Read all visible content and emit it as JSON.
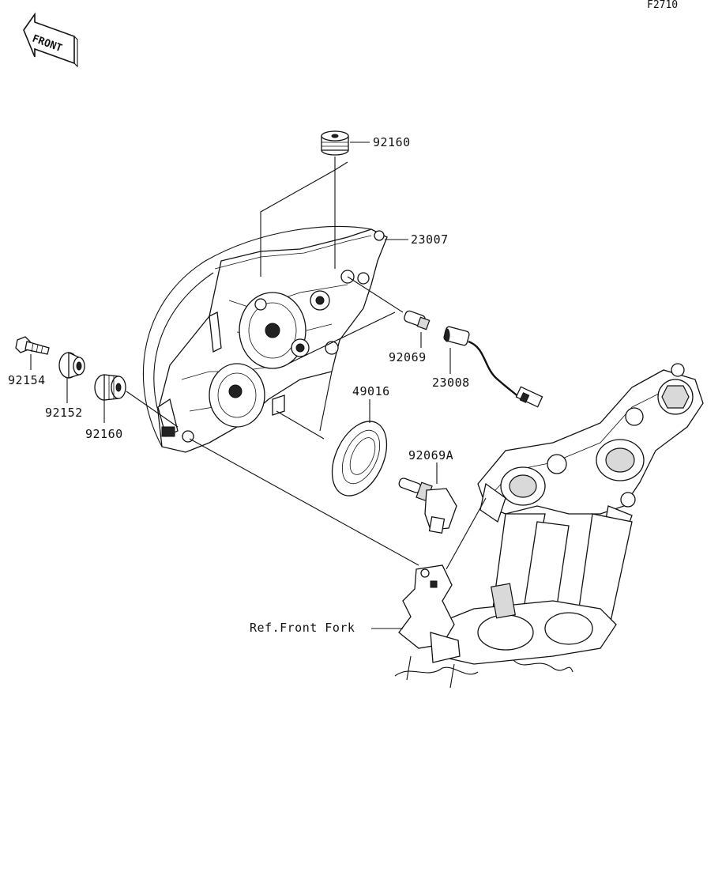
{
  "diagram_code": "F2710",
  "front_arrow_text": "FRONT",
  "labels": {
    "grommet_top": "92160",
    "headlight_assembly": "23007",
    "bulb_small": "92069",
    "socket_wire": "23008",
    "seal_ring": "49016",
    "bulb_h": "92069A",
    "bolt": "92154",
    "collar": "92152",
    "grommet_left": "92160",
    "front_fork_ref": "Ref.Front Fork"
  }
}
